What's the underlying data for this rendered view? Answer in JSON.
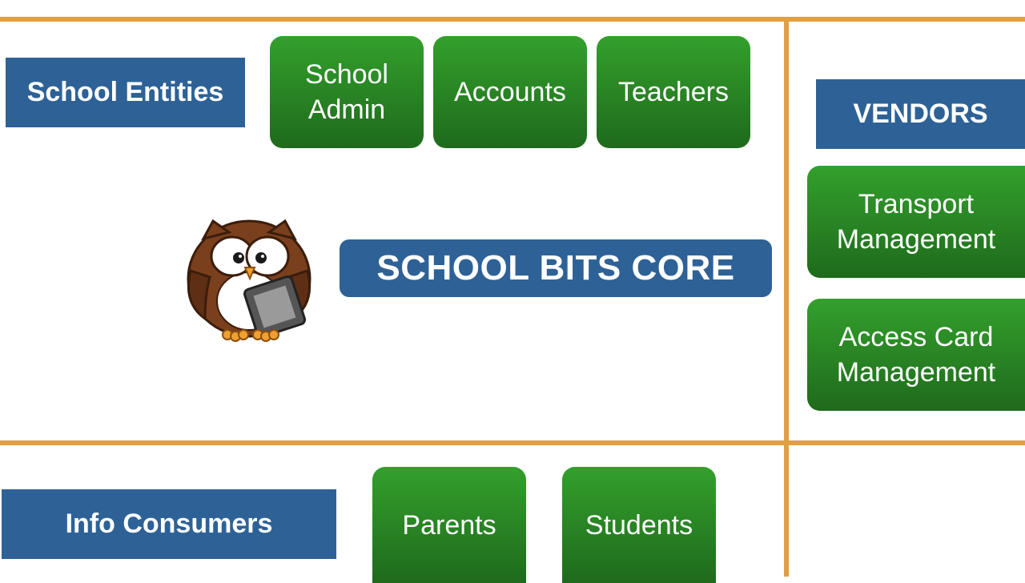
{
  "school_entities": {
    "label": "School Entities",
    "items": [
      "School\nAdmin",
      "Accounts",
      "Teachers"
    ]
  },
  "core": {
    "label": "SCHOOL BITS CORE"
  },
  "vendors": {
    "label": "VENDORS",
    "items": [
      "Transport\nManagement",
      "Access Card\nManagement"
    ]
  },
  "info_consumers": {
    "label": "Info Consumers",
    "items": [
      "Parents",
      "Students"
    ]
  },
  "colors": {
    "divider": "#e0a040",
    "label_blue": "#2e6296",
    "box_green_top": "#33a02c",
    "box_green_bottom": "#1f6a1c"
  },
  "icons": {
    "mascot": "owl-with-tablet-icon"
  }
}
